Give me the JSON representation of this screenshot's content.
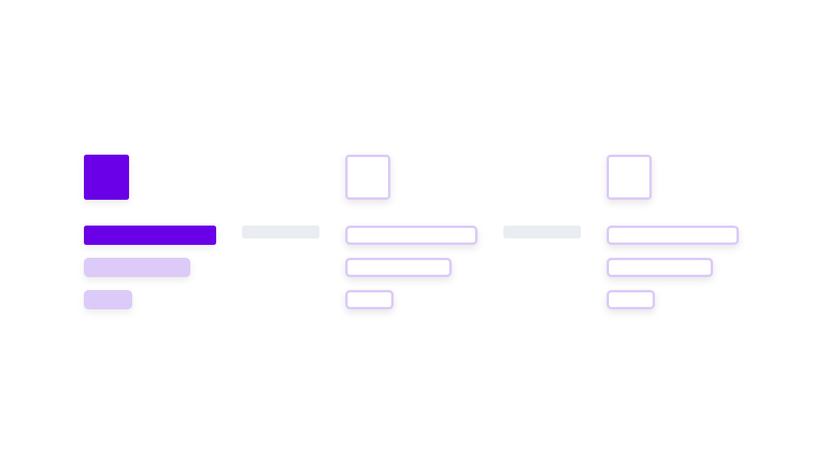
{
  "screen": {
    "background": "#ffffff"
  },
  "theme": {
    "accent": "#6a00e8",
    "accent_light": "#dccbf8",
    "connector": "#e9edf1"
  },
  "cards": [
    {
      "state": "selected"
    },
    {
      "state": "unselected"
    },
    {
      "state": "unselected"
    }
  ],
  "connectors": [
    {
      "from_card": 1,
      "to_card": 2
    },
    {
      "from_card": 2,
      "to_card": 3
    }
  ]
}
